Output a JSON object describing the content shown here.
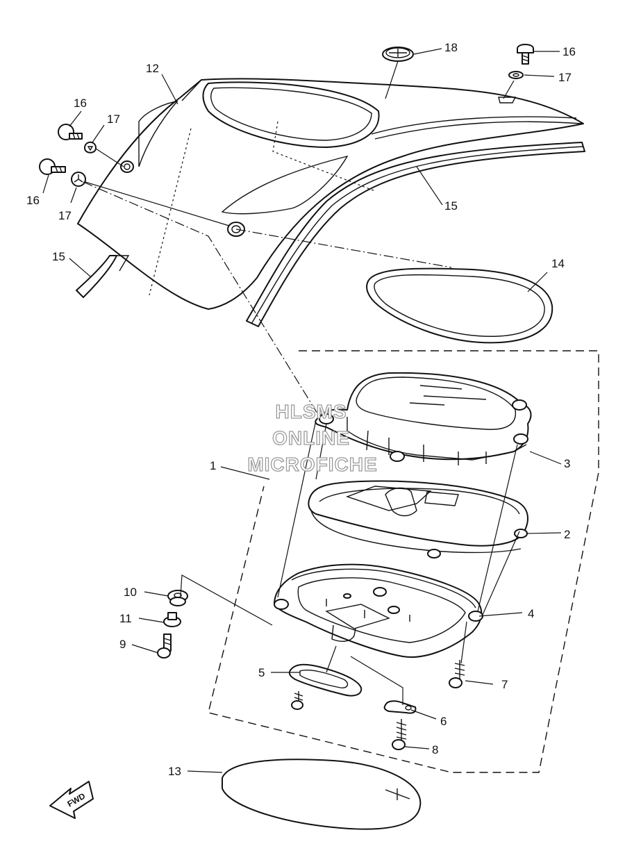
{
  "watermark": {
    "line1": "HLSMS",
    "line2": "ONLINE",
    "line3": "MICROFICHE"
  },
  "direction_label": "FWD",
  "callouts": {
    "c1": "1",
    "c2": "2",
    "c3": "3",
    "c4": "4",
    "c5": "5",
    "c6": "6",
    "c7": "7",
    "c8": "8",
    "c9": "9",
    "c10": "10",
    "c11": "11",
    "c12": "12",
    "c13": "13",
    "c14": "14",
    "c15a": "15",
    "c15b": "15",
    "c16a": "16",
    "c16b": "16",
    "c16c": "16",
    "c17a": "17",
    "c17b": "17",
    "c17c": "17",
    "c18": "18"
  }
}
